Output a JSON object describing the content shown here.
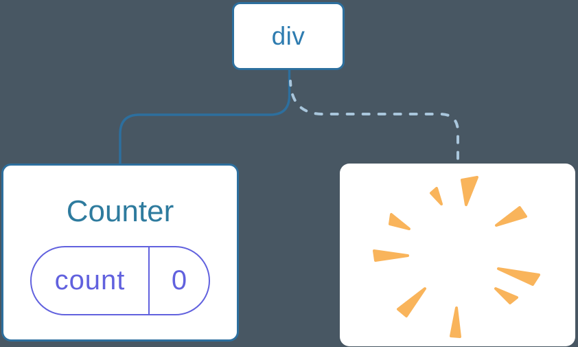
{
  "diagram": {
    "description": "React component tree diagram: a div root keeps the Counter component (with state) on the left branch while the right branch child has been removed (poof)",
    "root": {
      "label": "div"
    },
    "counter_card": {
      "title": "Counter",
      "state": {
        "key": "count",
        "value": "0"
      }
    },
    "removed_card": {
      "icon": "poof-starburst"
    }
  },
  "colors": {
    "background": "#485763",
    "card_background": "#FFFFFF",
    "node_border": "#2D6F9E",
    "root_label_text": "#2E7CB0",
    "counter_title_text": "#2E7B9E",
    "solid_line": "#2D6F9E",
    "dashed_line": "#A9C6DC",
    "state_accent": "#6161DE",
    "poof_orange": "#F9B45B"
  }
}
